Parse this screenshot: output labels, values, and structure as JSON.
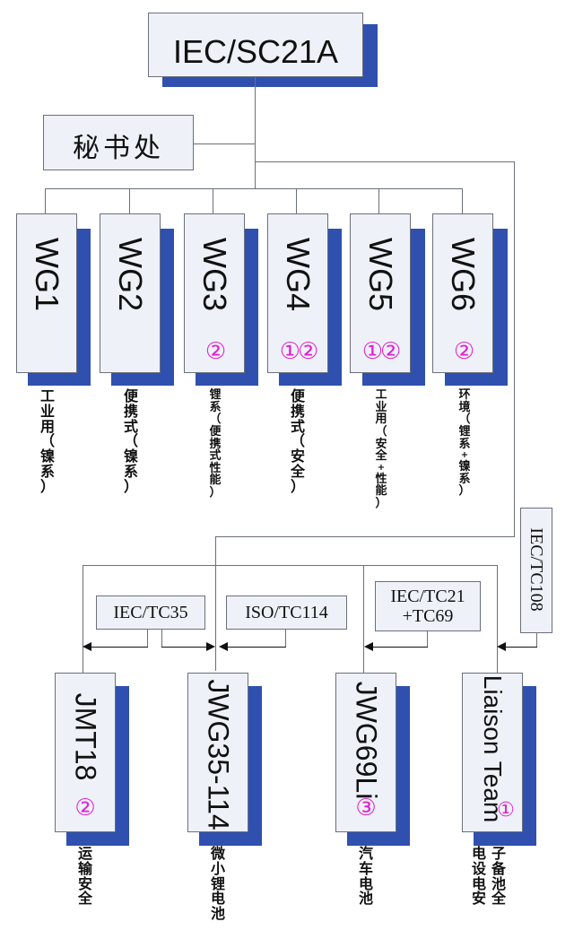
{
  "root": {
    "title": "IEC/SC21A"
  },
  "secretariat": {
    "label": "秘书处"
  },
  "working_groups": [
    {
      "name": "WG1",
      "badge": "",
      "desc": [
        "工",
        "业",
        "用",
        "（",
        "镍",
        "系",
        "）"
      ]
    },
    {
      "name": "WG2",
      "badge": "",
      "desc": [
        "便",
        "携",
        "式",
        "（",
        "镍",
        "系",
        "）"
      ]
    },
    {
      "name": "WG3",
      "badge": "②",
      "desc": [
        "锂",
        "系",
        "（",
        "便",
        "携",
        "式",
        "性",
        "能",
        "）"
      ]
    },
    {
      "name": "WG4",
      "badge": "①②",
      "desc": [
        "便",
        "携",
        "式",
        "（",
        "安",
        "全",
        "）"
      ]
    },
    {
      "name": "WG5",
      "badge": "①②",
      "desc": [
        "工",
        "业",
        "用",
        "（",
        "安",
        "全",
        "+",
        "性",
        "能",
        "）"
      ]
    },
    {
      "name": "WG6",
      "badge": "②",
      "desc": [
        "环",
        "境",
        "（",
        "锂",
        "系",
        "+",
        "镍",
        "系",
        "）"
      ]
    }
  ],
  "committees": {
    "tc35": "IEC/TC35",
    "tc114": "ISO/TC114",
    "tc21_line1": "IEC/TC21",
    "tc21_line2": "+TC69",
    "tc108": "IEC/TC108"
  },
  "joint_groups": [
    {
      "name": "JMT18",
      "badge": "②",
      "desc": [
        "运",
        "输",
        "安",
        "全"
      ]
    },
    {
      "name": "JWG35-114",
      "badge": "",
      "desc": [
        "微",
        "小",
        "锂",
        "电",
        "池"
      ]
    },
    {
      "name": "JWG69Li",
      "badge": "③",
      "desc": [
        "汽",
        "车",
        "电",
        "池"
      ]
    },
    {
      "name": "Liaison Team",
      "badge": "①",
      "desc": [
        "电",
        "子",
        "设",
        "备",
        "电",
        "池",
        "安",
        "全"
      ]
    }
  ],
  "colors": {
    "box_fill": "#eef1f8",
    "shadow": "#3050b0",
    "badge": "#e020d0",
    "line": "#6a6f7a"
  }
}
